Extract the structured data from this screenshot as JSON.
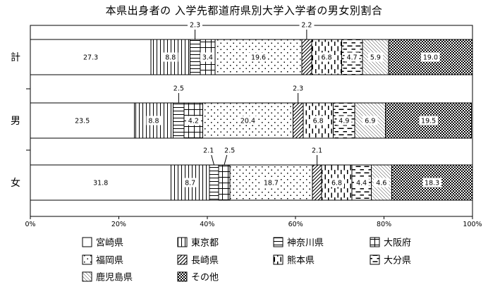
{
  "page": {
    "background": "#ffffff",
    "ink": "#000000"
  },
  "chart_data": {
    "type": "bar",
    "stacked": true,
    "orientation": "horizontal",
    "title": "本県出身者の 入学先都道府県別大学入学者の男女別割合",
    "categories": [
      "計",
      "男",
      "女"
    ],
    "series": [
      {
        "name": "宮崎県",
        "pattern": "solid-white",
        "values": [
          27.3,
          23.5,
          31.8
        ]
      },
      {
        "name": "東京都",
        "pattern": "vertical-lines",
        "values": [
          8.8,
          8.8,
          8.7
        ]
      },
      {
        "name": "神奈川県",
        "pattern": "horizontal-lines",
        "values": [
          2.3,
          2.5,
          2.1
        ]
      },
      {
        "name": "大阪府",
        "pattern": "grid",
        "values": [
          3.4,
          4.2,
          2.5
        ]
      },
      {
        "name": "福岡県",
        "pattern": "dots",
        "values": [
          19.6,
          20.4,
          18.7
        ]
      },
      {
        "name": "長崎県",
        "pattern": "diagonal-forward",
        "values": [
          2.2,
          2.3,
          2.1
        ]
      },
      {
        "name": "熊本県",
        "pattern": "vertical-dashes",
        "values": [
          6.8,
          6.8,
          6.8
        ]
      },
      {
        "name": "大分県",
        "pattern": "horizontal-dashes",
        "values": [
          4.7,
          4.9,
          4.4
        ]
      },
      {
        "name": "鹿児島県",
        "pattern": "diagonal-backward",
        "values": [
          5.9,
          6.9,
          4.6
        ]
      },
      {
        "name": "その他",
        "pattern": "checkerboard",
        "values": [
          19.0,
          19.5,
          18.3
        ]
      }
    ],
    "x_axis": {
      "tick_labels": [
        "0%",
        "20%",
        "40%",
        "60%",
        "80%",
        "100%"
      ],
      "min": 0,
      "max": 100,
      "tick_step": 20
    },
    "value_labels": "all segments labeled; values below threshold get callouts above bar with leader lines",
    "small_value_callout_threshold": 3.0,
    "legend": {
      "position": "bottom",
      "columns": 4
    }
  }
}
